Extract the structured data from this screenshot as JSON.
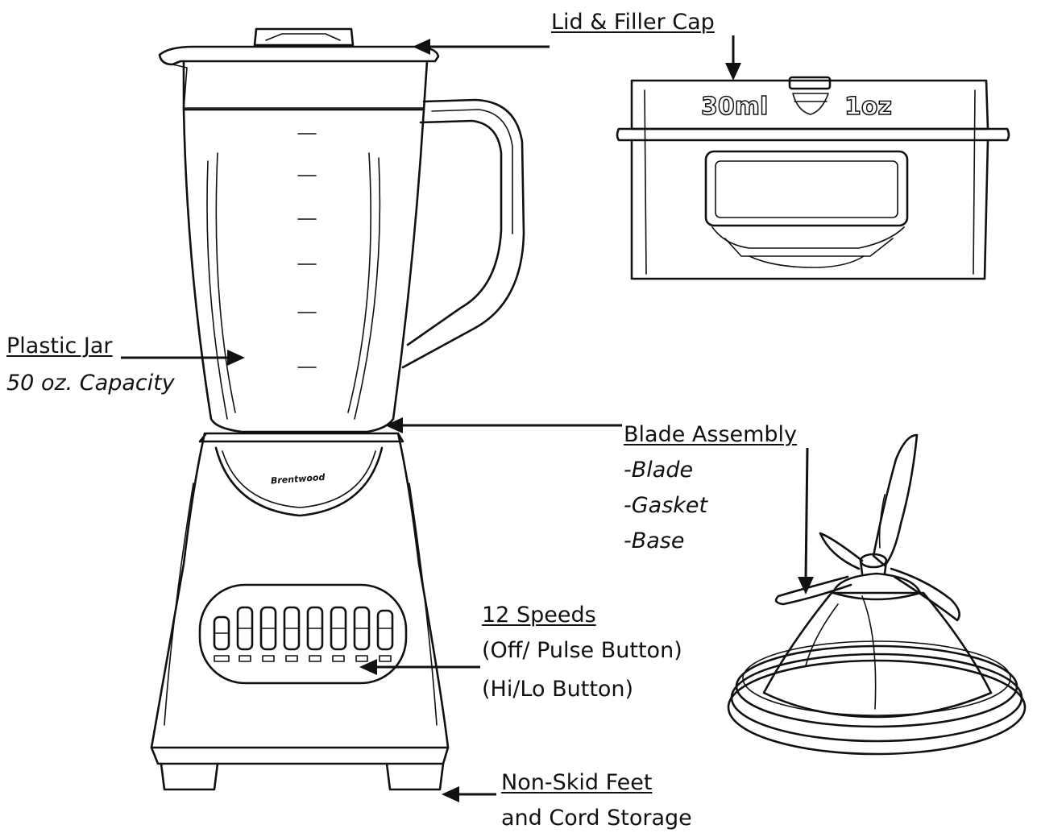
{
  "labels": {
    "lid": "Lid & Filler Cap",
    "jar": "Plastic Jar",
    "jar_capacity": "50 oz. Capacity",
    "blade_assembly": "Blade Assembly",
    "blade_items": [
      "-Blade",
      "-Gasket",
      "-Base"
    ],
    "speeds": "12 Speeds",
    "speeds_items": [
      "(Off/ Pulse Button)",
      "(Hi/Lo Button)"
    ],
    "feet": "Non-Skid Feet",
    "feet_line2": "and Cord Storage"
  },
  "cap_markings": {
    "metric": "30ml",
    "imperial": "1oz"
  },
  "brand": "Brentwood",
  "colors": {
    "ink": "#111111",
    "background": "#ffffff"
  }
}
